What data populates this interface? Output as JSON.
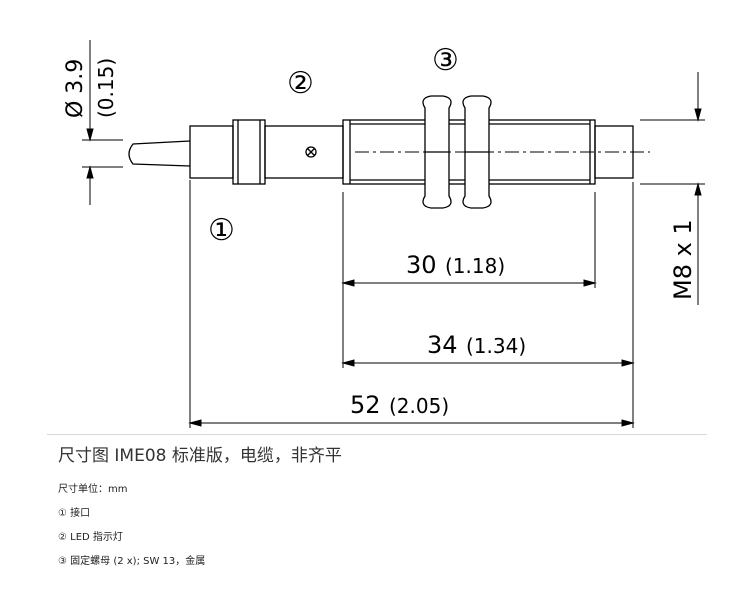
{
  "labels": {
    "marker1": "①",
    "marker2": "②",
    "marker3": "③",
    "dia_main": "Ø 3.9",
    "dia_inch": "(0.15)",
    "thread": "M8 x 1",
    "dim30": "30",
    "dim30_in": "(1.18)",
    "dim34": "34",
    "dim34_in": "(1.34)",
    "dim52": "52",
    "dim52_in": "(2.05)"
  },
  "caption": "尺寸图 IME08 标准版，电缆，非齐平",
  "notes": {
    "unit": "尺寸单位：mm",
    "item1": "① 接口",
    "item2": "② LED 指示灯",
    "item3": "③ 固定螺母 (2 x); SW 13，金属"
  }
}
